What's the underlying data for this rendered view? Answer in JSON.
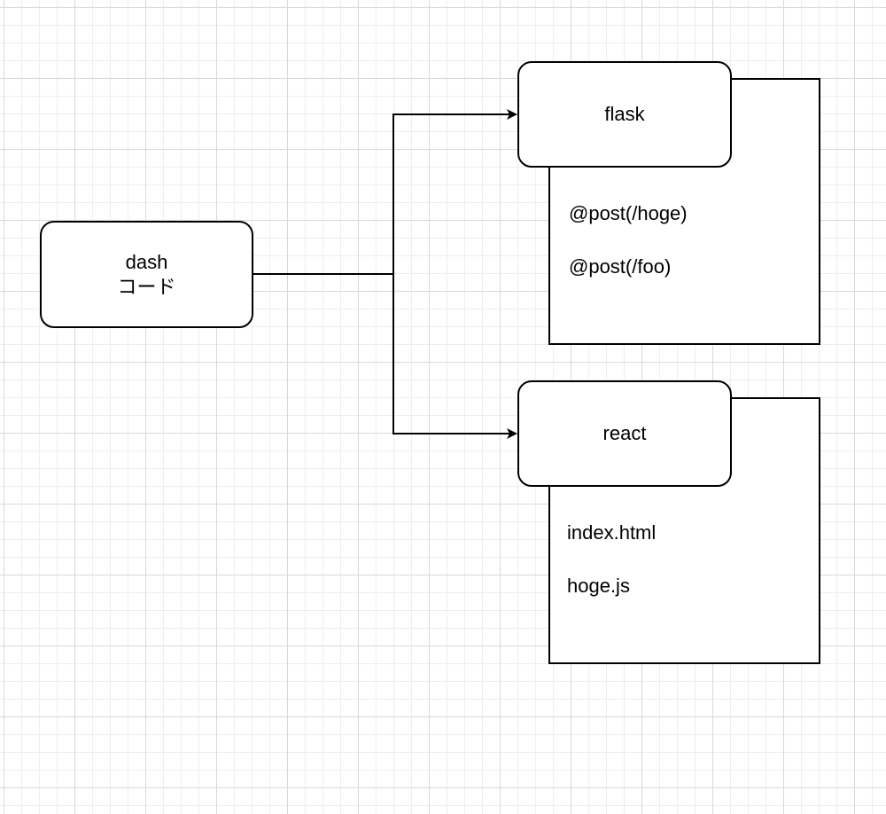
{
  "colors": {
    "stroke": "#000000",
    "fill": "#ffffff",
    "grid_major": "#d9d9d9",
    "grid_minor": "#eeeeee"
  },
  "nodes": {
    "dash": {
      "line1": "dash",
      "line2": "コード"
    },
    "flask": {
      "label": "flask"
    },
    "react": {
      "label": "react"
    }
  },
  "containers": {
    "flask": {
      "items": [
        "@post(/hoge)",
        "@post(/foo)"
      ]
    },
    "react": {
      "items": [
        "index.html",
        "hoge.js"
      ]
    }
  },
  "edges": [
    {
      "from": "dash",
      "to": "flask"
    },
    {
      "from": "dash",
      "to": "react"
    }
  ]
}
